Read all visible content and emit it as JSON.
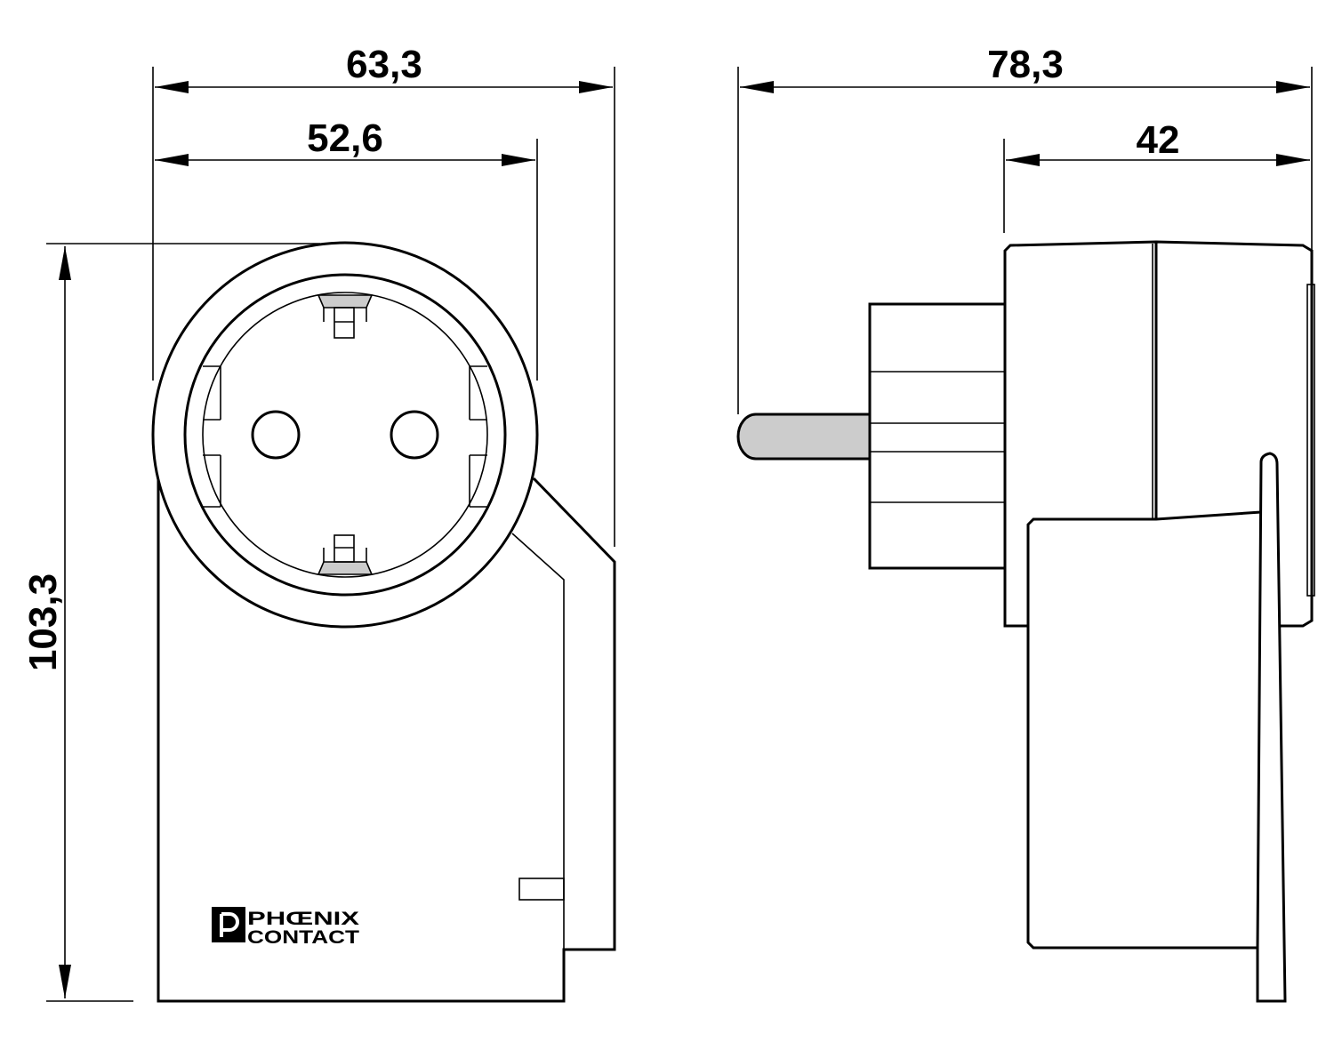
{
  "dimensions": {
    "front_overall_width": "63,3",
    "front_socket_width": "52,6",
    "front_height": "103,3",
    "side_overall_depth": "78,3",
    "side_body_depth": "42"
  },
  "logo": {
    "line1": "PHŒNIX",
    "line2": "CONTACT"
  },
  "colors": {
    "line": "#000000",
    "background": "#ffffff",
    "shading": "#cccccc"
  }
}
